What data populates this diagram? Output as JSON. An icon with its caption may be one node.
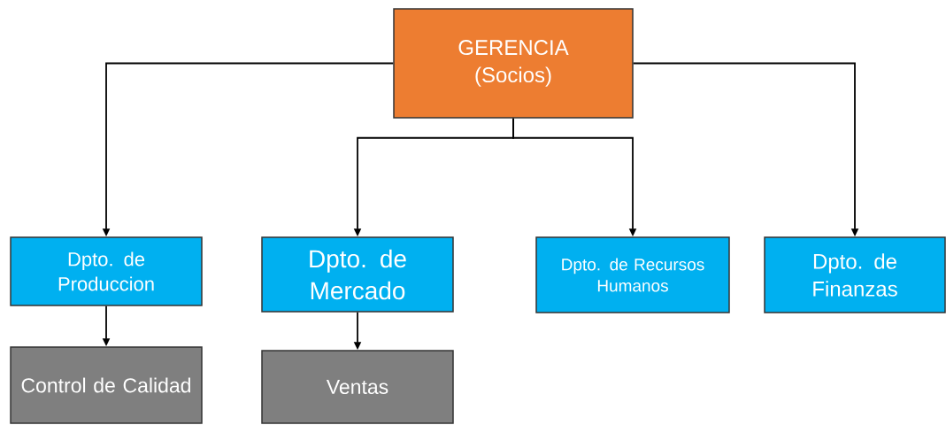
{
  "diagram": {
    "nodes": [
      {
        "text": [
          "GERENCIA",
          "(Socios)"
        ]
      },
      {
        "text": [
          "Dpto. de Produccion"
        ]
      },
      {
        "text": [
          "Dpto. de Mercado"
        ]
      },
      {
        "text": [
          "Dpto. de Recursos Humanos"
        ]
      },
      {
        "text": [
          "Dpto. de Finanzas"
        ]
      },
      {
        "text": [
          "Control de Calidad"
        ]
      },
      {
        "text": [
          "Ventas"
        ]
      }
    ],
    "edges": [
      {
        "from": 0,
        "to": 1,
        "arrow": "to"
      },
      {
        "from": 0,
        "to": 2,
        "arrow": "to"
      },
      {
        "from": 0,
        "to": 3,
        "arrow": "to"
      },
      {
        "from": 0,
        "to": 4,
        "arrow": "to"
      },
      {
        "from": 1,
        "to": 5,
        "arrow": "to"
      },
      {
        "from": 2,
        "to": 6,
        "arrow": "to"
      }
    ]
  }
}
